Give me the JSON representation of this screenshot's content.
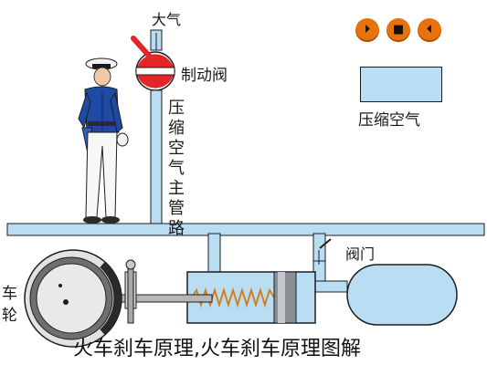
{
  "labels": {
    "atmosphere": "大气",
    "brake_valve": "制动阀",
    "main_pipe": "压缩空气主管路",
    "compressed_air": "压缩空气",
    "valve": "阀门",
    "wheel": "车轮"
  },
  "controls": {
    "play_icon": "⏵",
    "stop_icon": "■",
    "back_icon": "⏴"
  },
  "caption": "火车刹车原理,火车刹车原理图解",
  "colors": {
    "air": "#b9ddf2",
    "outline": "#1d1d1d",
    "button": "#e8720c",
    "valve_red": "#e4262a",
    "uniform": "#1f4aa3"
  }
}
